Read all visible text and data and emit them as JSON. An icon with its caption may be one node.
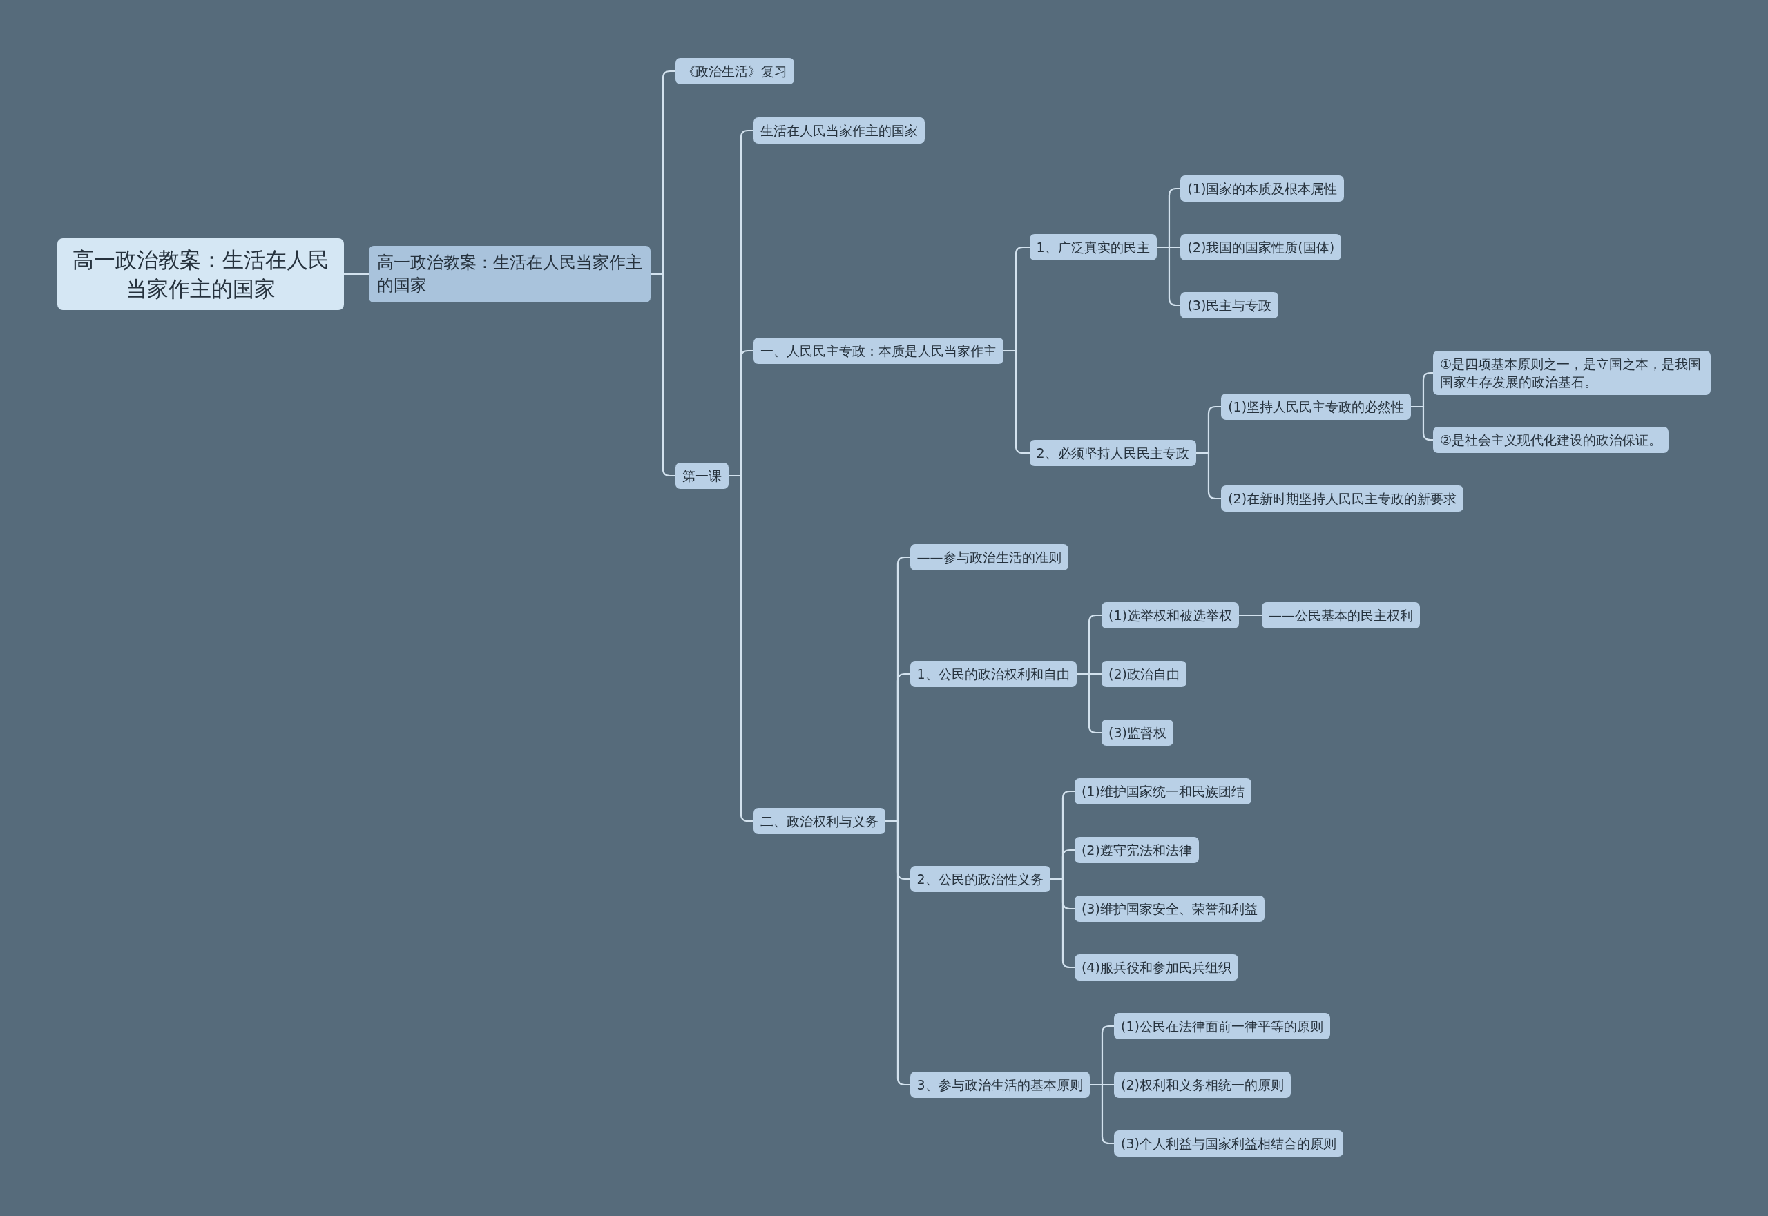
{
  "diagram": {
    "nodes": [
      {
        "text": [
          "高一政治教案：生活在人民当家作主的国家"
        ]
      },
      {
        "text": [
          "高一政治教案：生活在人民当家作主的国家"
        ]
      },
      {
        "text": [
          "《政治生活》复习"
        ]
      },
      {
        "text": [
          "第一课"
        ]
      },
      {
        "text": [
          "生活在人民当家作主的国家"
        ]
      },
      {
        "text": [
          "一、人民民主专政：本质是人民当家作主"
        ]
      },
      {
        "text": [
          "1、广泛真实的民主"
        ]
      },
      {
        "text": [
          "(1)国家的本质及根本属性"
        ]
      },
      {
        "text": [
          "(2)我国的国家性质(国体)"
        ]
      },
      {
        "text": [
          "(3)民主与专政"
        ]
      },
      {
        "text": [
          "2、必须坚持人民民主专政"
        ]
      },
      {
        "text": [
          "(1)坚持人民民主专政的必然性"
        ]
      },
      {
        "text": [
          "①是四项基本原则之一，是立国之本，是我国国家生存发展的政治基石。"
        ]
      },
      {
        "text": [
          "②是社会主义现代化建设的政治保证。"
        ]
      },
      {
        "text": [
          "(2)在新时期坚持人民民主专政的新要求"
        ]
      },
      {
        "text": [
          "二、政治权利与义务"
        ]
      },
      {
        "text": [
          "——参与政治生活的准则"
        ]
      },
      {
        "text": [
          "1、公民的政治权利和自由"
        ]
      },
      {
        "text": [
          "(1)选举权和被选举权"
        ]
      },
      {
        "text": [
          "——公民基本的民主权利"
        ]
      },
      {
        "text": [
          "(2)政治自由"
        ]
      },
      {
        "text": [
          "(3)监督权"
        ]
      },
      {
        "text": [
          "2、公民的政治性义务"
        ]
      },
      {
        "text": [
          "(1)维护国家统一和民族团结"
        ]
      },
      {
        "text": [
          "(2)遵守宪法和法律"
        ]
      },
      {
        "text": [
          "(3)维护国家安全、荣誉和利益"
        ]
      },
      {
        "text": [
          "(4)服兵役和参加民兵组织"
        ]
      },
      {
        "text": [
          "3、参与政治生活的基本原则"
        ]
      },
      {
        "text": [
          "(1)公民在法律面前一律平等的原则"
        ]
      },
      {
        "text": [
          "(2)权利和义务相统一的原则"
        ]
      },
      {
        "text": [
          "(3)个人利益与国家利益相结合的原则"
        ]
      }
    ],
    "edges": [
      {
        "from": 0,
        "to": 1,
        "arrow": "none"
      },
      {
        "from": 1,
        "to": 2,
        "arrow": "none"
      },
      {
        "from": 1,
        "to": 3,
        "arrow": "none"
      },
      {
        "from": 3,
        "to": 4,
        "arrow": "none"
      },
      {
        "from": 3,
        "to": 5,
        "arrow": "none"
      },
      {
        "from": 3,
        "to": 15,
        "arrow": "none"
      },
      {
        "from": 5,
        "to": 6,
        "arrow": "none"
      },
      {
        "from": 5,
        "to": 10,
        "arrow": "none"
      },
      {
        "from": 6,
        "to": 7,
        "arrow": "none"
      },
      {
        "from": 6,
        "to": 8,
        "arrow": "none"
      },
      {
        "from": 6,
        "to": 9,
        "arrow": "none"
      },
      {
        "from": 10,
        "to": 11,
        "arrow": "none"
      },
      {
        "from": 10,
        "to": 14,
        "arrow": "none"
      },
      {
        "from": 11,
        "to": 12,
        "arrow": "none"
      },
      {
        "from": 11,
        "to": 13,
        "arrow": "none"
      },
      {
        "from": 15,
        "to": 16,
        "arrow": "none"
      },
      {
        "from": 15,
        "to": 17,
        "arrow": "none"
      },
      {
        "from": 15,
        "to": 22,
        "arrow": "none"
      },
      {
        "from": 15,
        "to": 27,
        "arrow": "none"
      },
      {
        "from": 17,
        "to": 18,
        "arrow": "none"
      },
      {
        "from": 17,
        "to": 20,
        "arrow": "none"
      },
      {
        "from": 17,
        "to": 21,
        "arrow": "none"
      },
      {
        "from": 18,
        "to": 19,
        "arrow": "none"
      },
      {
        "from": 22,
        "to": 23,
        "arrow": "none"
      },
      {
        "from": 22,
        "to": 24,
        "arrow": "none"
      },
      {
        "from": 22,
        "to": 25,
        "arrow": "none"
      },
      {
        "from": 22,
        "to": 26,
        "arrow": "none"
      },
      {
        "from": 27,
        "to": 28,
        "arrow": "none"
      },
      {
        "from": 27,
        "to": 29,
        "arrow": "none"
      },
      {
        "from": 27,
        "to": 30,
        "arrow": "none"
      }
    ]
  }
}
